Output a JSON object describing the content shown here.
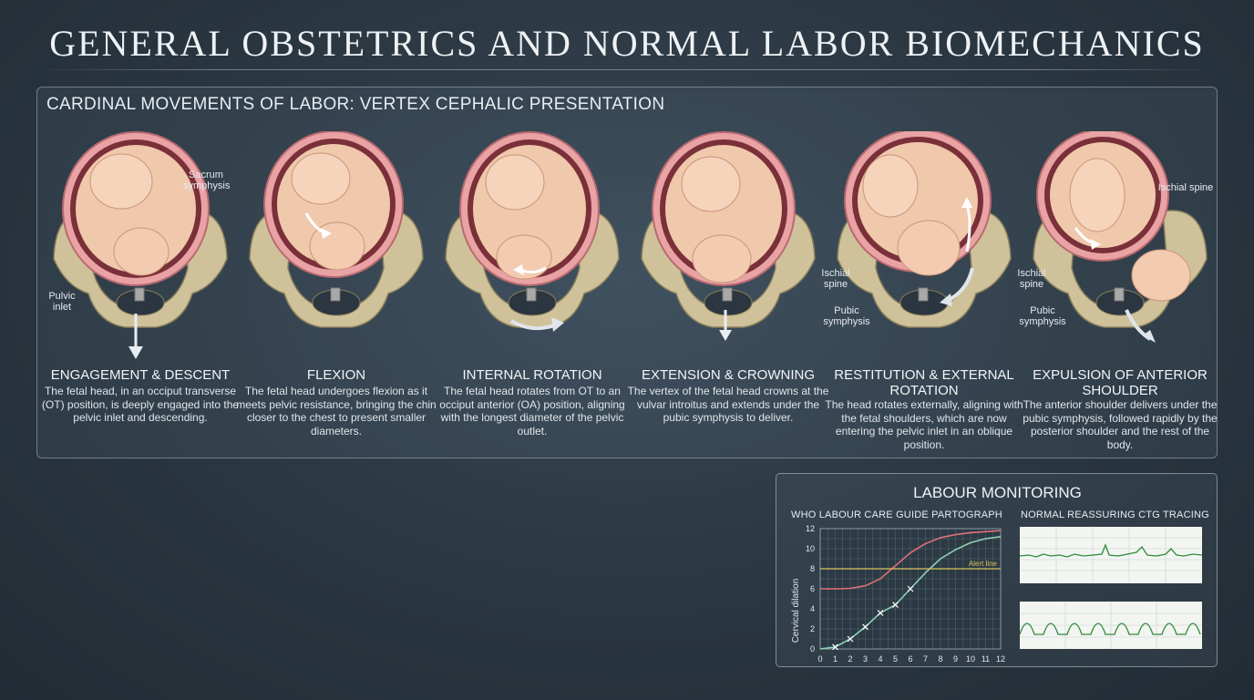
{
  "header": {
    "title": "GENERAL OBSTETRICS AND NORMAL LABOR BIOMECHANICS"
  },
  "panel": {
    "title": "CARDINAL MOVEMENTS OF LABOR: VERTEX CEPHALIC PRESENTATION"
  },
  "stages": [
    {
      "title": "ENGAGEMENT & DESCENT",
      "description": "The fetal head, in an occiput transverse (OT) position, is deeply engaged into the pelvic inlet and descending."
    },
    {
      "title": "FLEXION",
      "description": "The fetal head undergoes flexion as it meets pelvic resistance, bringing the chin closer to the chest to present smaller diameters."
    },
    {
      "title": "INTERNAL ROTATION",
      "description": "The fetal head rotates from OT to an occiput anterior (OA) position, aligning with the longest diameter of the pelvic outlet."
    },
    {
      "title": "EXTENSION & CROWNING",
      "description": "The vertex of the fetal head crowns at the vulvar introitus and extends under the pubic symphysis to deliver."
    },
    {
      "title": "RESTITUTION & EXTERNAL ROTATION",
      "description": "The head rotates externally, aligning with the fetal shoulders, which are now entering the pelvic inlet in an oblique position."
    },
    {
      "title": "EXPULSION OF ANTERIOR SHOULDER",
      "description": "The anterior shoulder delivers under the pubic symphysis, followed rapidly by the posterior shoulder and the rest of the body."
    }
  ],
  "annotations": {
    "sacrum": "Sacrum symphysis",
    "pelvic_inlet": "Pulvic inlet",
    "ischial_spine_5": "Ischial spine",
    "pubic_symphysis_5": "Pubic symphysis",
    "ischial_spine_6": "Ischial spine",
    "ischial_spine_6_top": "Ischial spine",
    "pubic_symphysis_6": "Pubic symphysis"
  },
  "monitoring": {
    "title": "LABOUR MONITORING",
    "partograph_title": "WHO LABOUR CARE GUIDE PARTOGRAPH",
    "ctg_title": "NORMAL REASSURING CTG TRACING"
  },
  "colors": {
    "background": "#2a3640",
    "alert_line": "#d8c25a",
    "action_curve": "#e0707a",
    "progress_curve": "#8fd0b4",
    "ctg_trace": "#2f8a3a"
  },
  "chart_data": {
    "type": "line",
    "title": "",
    "xlabel": "",
    "ylabel": "Cervical dilation",
    "x_ticks": [
      0,
      1,
      2,
      3,
      4,
      5,
      6,
      7,
      8,
      9,
      10,
      11,
      12
    ],
    "y_ticks": [
      0,
      2,
      4,
      6,
      8,
      10,
      12
    ],
    "xlim": [
      0,
      12
    ],
    "ylim": [
      0,
      12
    ],
    "grid": true,
    "annotations": [
      {
        "text": "Alert line",
        "y": 8
      }
    ],
    "series": [
      {
        "x": [
          0,
          1,
          2,
          3,
          4,
          5,
          6,
          7,
          8,
          9,
          10,
          11,
          12
        ],
        "y": [
          0,
          0.2,
          1.0,
          2.2,
          3.6,
          4.4,
          6.0,
          7.6,
          9.0,
          9.9,
          10.6,
          11.0,
          11.2
        ]
      },
      {
        "x": [
          0,
          1,
          2,
          3,
          4,
          5,
          6,
          7,
          8,
          9,
          10,
          11,
          12
        ],
        "y": [
          6,
          6,
          6.05,
          6.3,
          7.0,
          8.3,
          9.6,
          10.5,
          11.1,
          11.4,
          11.6,
          11.7,
          11.8
        ]
      },
      {
        "x": [
          0,
          12
        ],
        "y": [
          8,
          8
        ]
      }
    ],
    "markers": {
      "x": [
        1,
        2,
        3,
        4,
        5,
        6
      ],
      "y": [
        0.2,
        1.0,
        2.2,
        3.6,
        4.4,
        6.0
      ]
    }
  }
}
